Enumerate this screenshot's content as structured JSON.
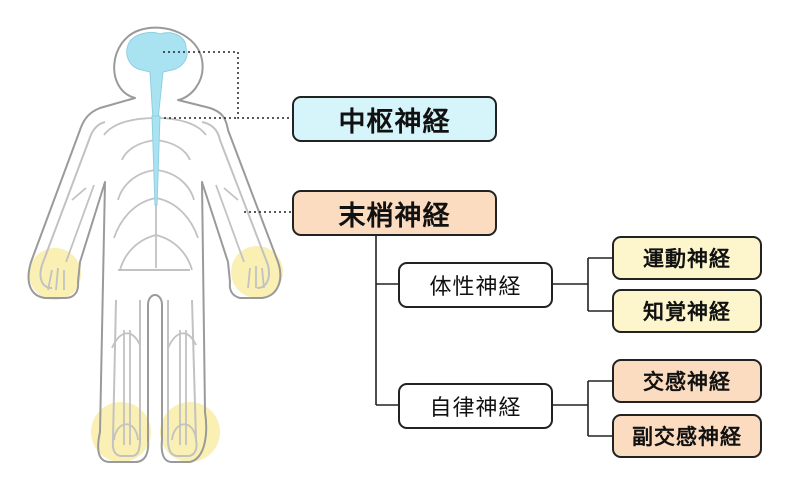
{
  "labels": {
    "central": "中枢神経",
    "peripheral": "末梢神経",
    "somatic": "体性神経",
    "autonomic": "自律神経",
    "motor": "運動神経",
    "sensory": "知覚神経",
    "sympathetic": "交感神経",
    "parasympathetic": "副交感神経"
  },
  "colors": {
    "central_fill": "#d6f5fa",
    "peripheral_fill": "#fbdcc0",
    "somatic_child_fill": "#fdf6cc",
    "autonomic_child_fill": "#fbdcc0",
    "plain_fill": "#ffffff",
    "body_outline": "#9a9a9a",
    "nerve_line": "#c2c2c2",
    "cns_fill": "#a9e3f2",
    "extremity_glow": "#faf0b4",
    "connector": "#222222"
  }
}
